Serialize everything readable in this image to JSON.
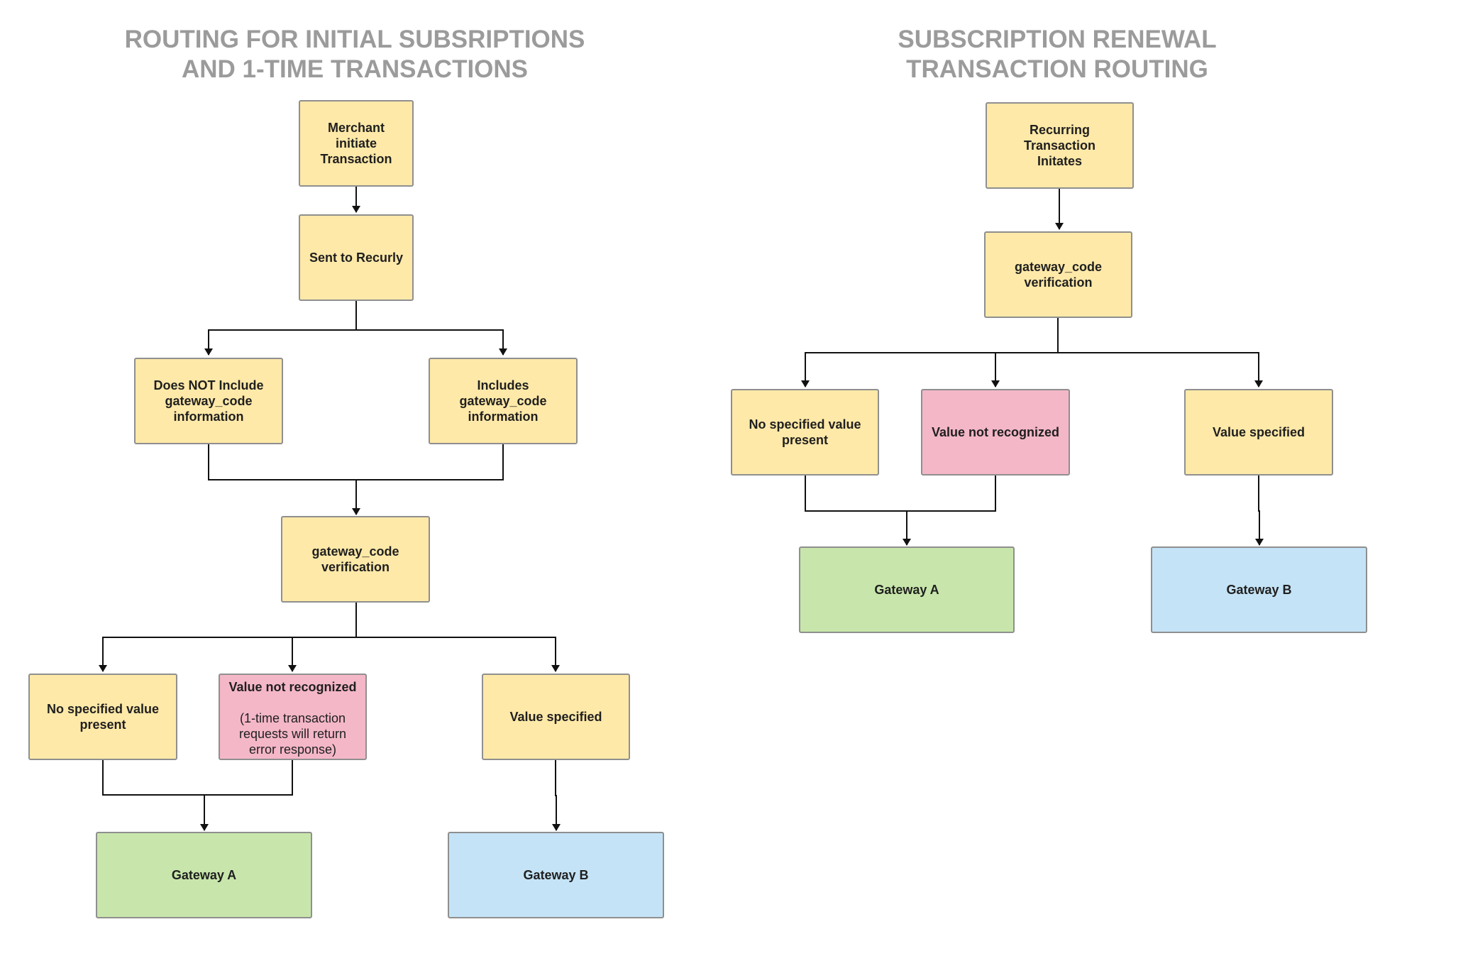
{
  "left": {
    "title_line1": "ROUTING FOR INITIAL SUBSRIPTIONS",
    "title_line2": "AND 1-TIME TRANSACTIONS",
    "merchant": "Merchant initiate\nTransaction",
    "sent": "Sent to Recurly",
    "not_include": "Does NOT Include\ngateway_code\ninformation",
    "includes": "Includes\ngateway_code\ninformation",
    "verification": "gateway_code\nverification",
    "no_value": "No specified value\npresent",
    "not_recognized": "Value not recognized",
    "not_recognized_note": "(1-time transaction\nrequests will return\nerror response)",
    "value_specified": "Value specified",
    "gateway_a": "Gateway A",
    "gateway_b": "Gateway B"
  },
  "right": {
    "title_line1": "SUBSCRIPTION RENEWAL",
    "title_line2": "TRANSACTION ROUTING",
    "recurring": "Recurring Transaction\nInitates",
    "verification": "gateway_code\nverification",
    "no_value": "No specified value\npresent",
    "not_recognized": "Value not recognized",
    "value_specified": "Value specified",
    "gateway_a": "Gateway A",
    "gateway_b": "Gateway B"
  },
  "colors": {
    "process": "#ffe9a8",
    "error": "#f4b7c8",
    "gateway_a": "#c8e6ab",
    "gateway_b": "#c4e3f6",
    "title": "#9b9b9b"
  }
}
